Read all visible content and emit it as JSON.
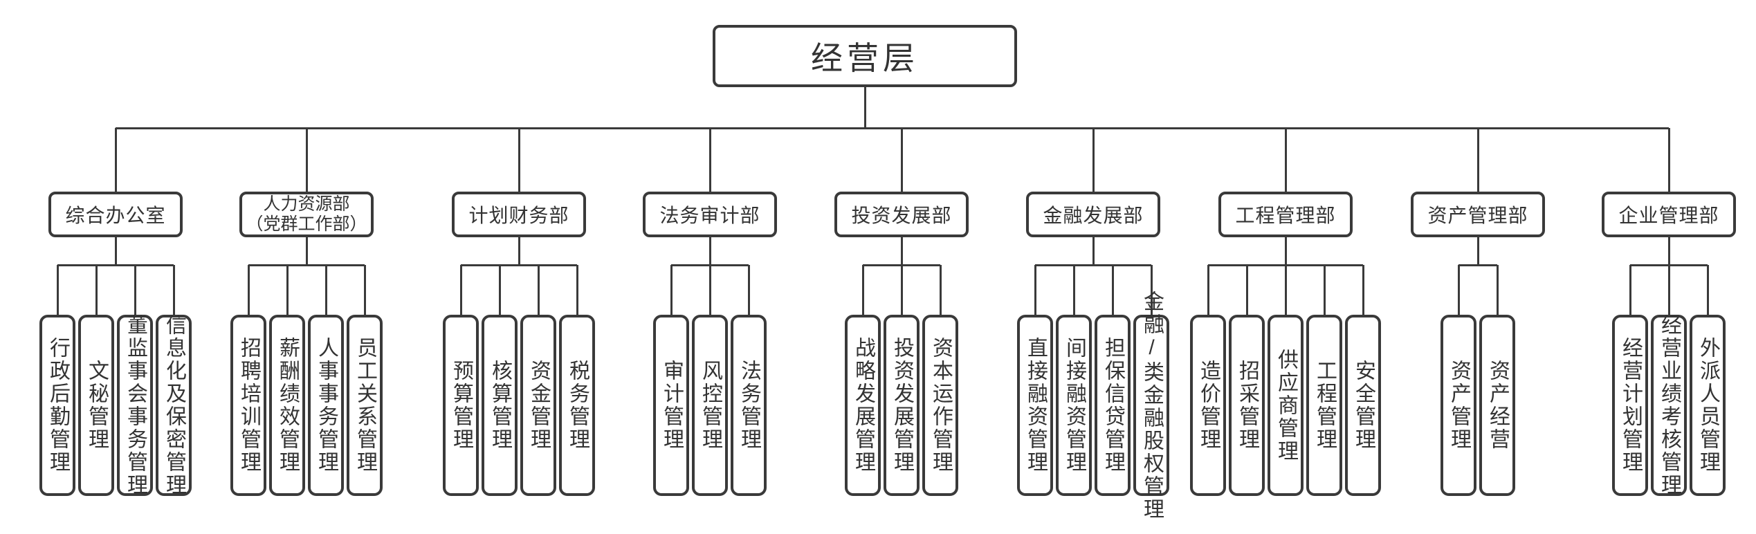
{
  "root": {
    "label": "经营层"
  },
  "departments": [
    {
      "label": "综合办公室",
      "children": [
        "行政后勤管理",
        "文秘管理",
        "董监事会事务管理",
        "信息化及保密管理"
      ]
    },
    {
      "label": "人力资源部",
      "label_line2": "（党群工作部）",
      "children": [
        "招聘培训管理",
        "薪酬绩效管理",
        "人事事务管理",
        "员工关系管理"
      ]
    },
    {
      "label": "计划财务部",
      "children": [
        "预算管理",
        "核算管理",
        "资金管理",
        "税务管理"
      ]
    },
    {
      "label": "法务审计部",
      "children": [
        "审计管理",
        "风控管理",
        "法务管理"
      ]
    },
    {
      "label": "投资发展部",
      "children": [
        "战略发展管理",
        "投资发展管理",
        "资本运作管理"
      ]
    },
    {
      "label": "金融发展部",
      "children": [
        "直接融资管理",
        "间接融资管理",
        "担保信贷管理",
        "金融/类金融股权管理"
      ]
    },
    {
      "label": "工程管理部",
      "children": [
        "造价管理",
        "招采管理",
        "供应商管理",
        "工程管理",
        "安全管理"
      ]
    },
    {
      "label": "资产管理部",
      "children": [
        "资产管理",
        "资产经营"
      ]
    },
    {
      "label": "企业管理部",
      "children": [
        "经营计划管理",
        "经营业绩考核管理",
        "外派人员管理"
      ]
    }
  ],
  "colors": {
    "line": "#3a3a3a",
    "text": "#333333",
    "background": "#ffffff"
  }
}
